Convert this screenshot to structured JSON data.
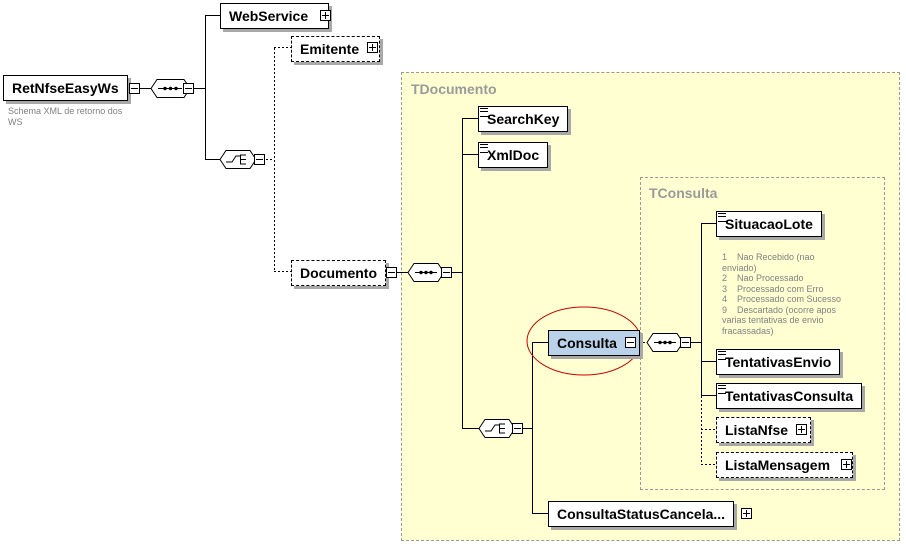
{
  "root": {
    "name": "RetNfseEasyWs",
    "description": "Schema XML de retorno dos\nWS"
  },
  "nodes": {
    "webservice": "WebService",
    "emitente": "Emitente",
    "documento": "Documento",
    "searchkey": "SearchKey",
    "xmldoc": "XmlDoc",
    "consulta": "Consulta",
    "consulta_status": "ConsultaStatusCancela...",
    "situacao_lote": "SituacaoLote",
    "tentativas_envio": "TentativasEnvio",
    "tentativas_consulta": "TentativasConsulta",
    "lista_nfse": "ListaNfse",
    "lista_mensagem": "ListaMensagem"
  },
  "types": {
    "tdocumento": "TDocumento",
    "tconsulta": "TConsulta"
  },
  "situacao_lote_doc": "1    Nao Recebido (nao\nenviado)\n2    Nao Processado\n3    Processado com Erro\n4    Processado com Sucesso\n9    Descartado (ocorre apos\nvarias tentativas de envio\nfracassadas)",
  "colors": {
    "region_fill": "#ffffd2",
    "highlight": "#cc0000",
    "selected_fill": "#b9d2ea"
  },
  "icons": [
    "minus-expander-icon",
    "plus-expander-icon",
    "sequence-compositor-icon",
    "choice-compositor-icon",
    "annotation-doc-icon"
  ]
}
